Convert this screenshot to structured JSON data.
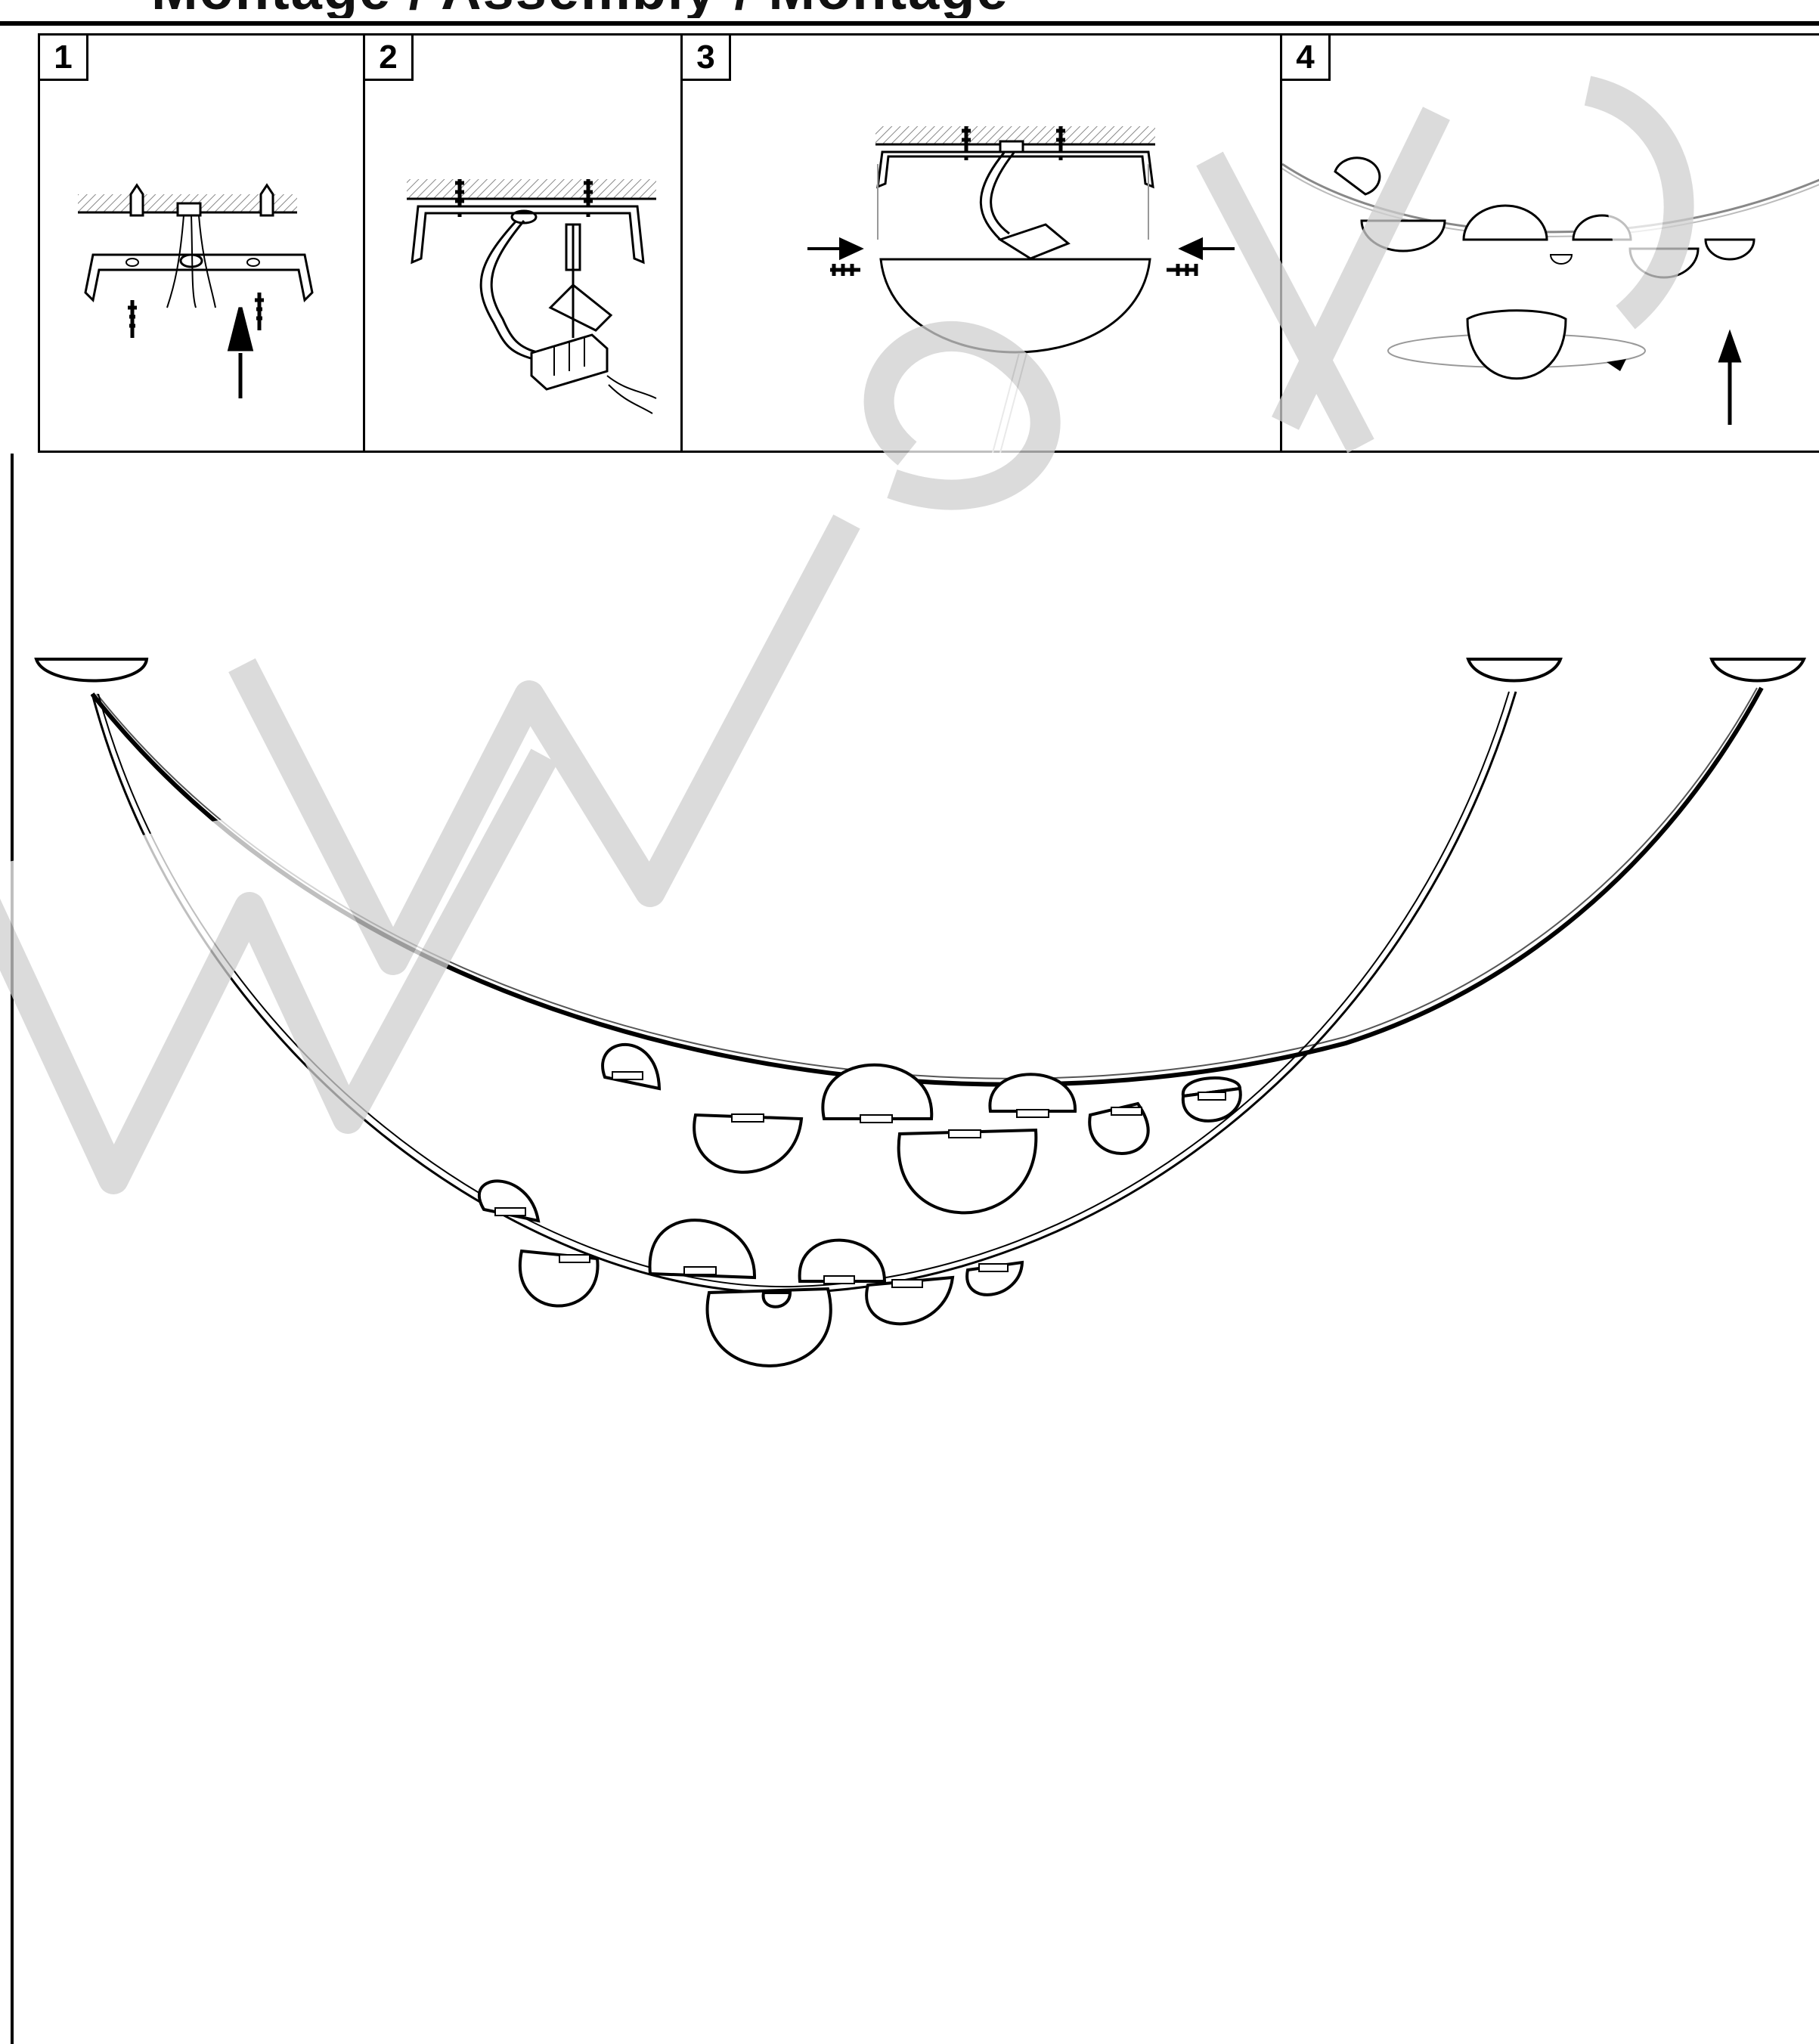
{
  "heading_cut_text": "Montage / Assembly / Montage",
  "steps": [
    {
      "number": "1"
    },
    {
      "number": "2"
    },
    {
      "number": "3"
    },
    {
      "number": "4"
    }
  ],
  "watermark_text": "www.",
  "colors": {
    "line": "#000000",
    "background": "#ffffff",
    "watermark": "#d9d9d9"
  }
}
